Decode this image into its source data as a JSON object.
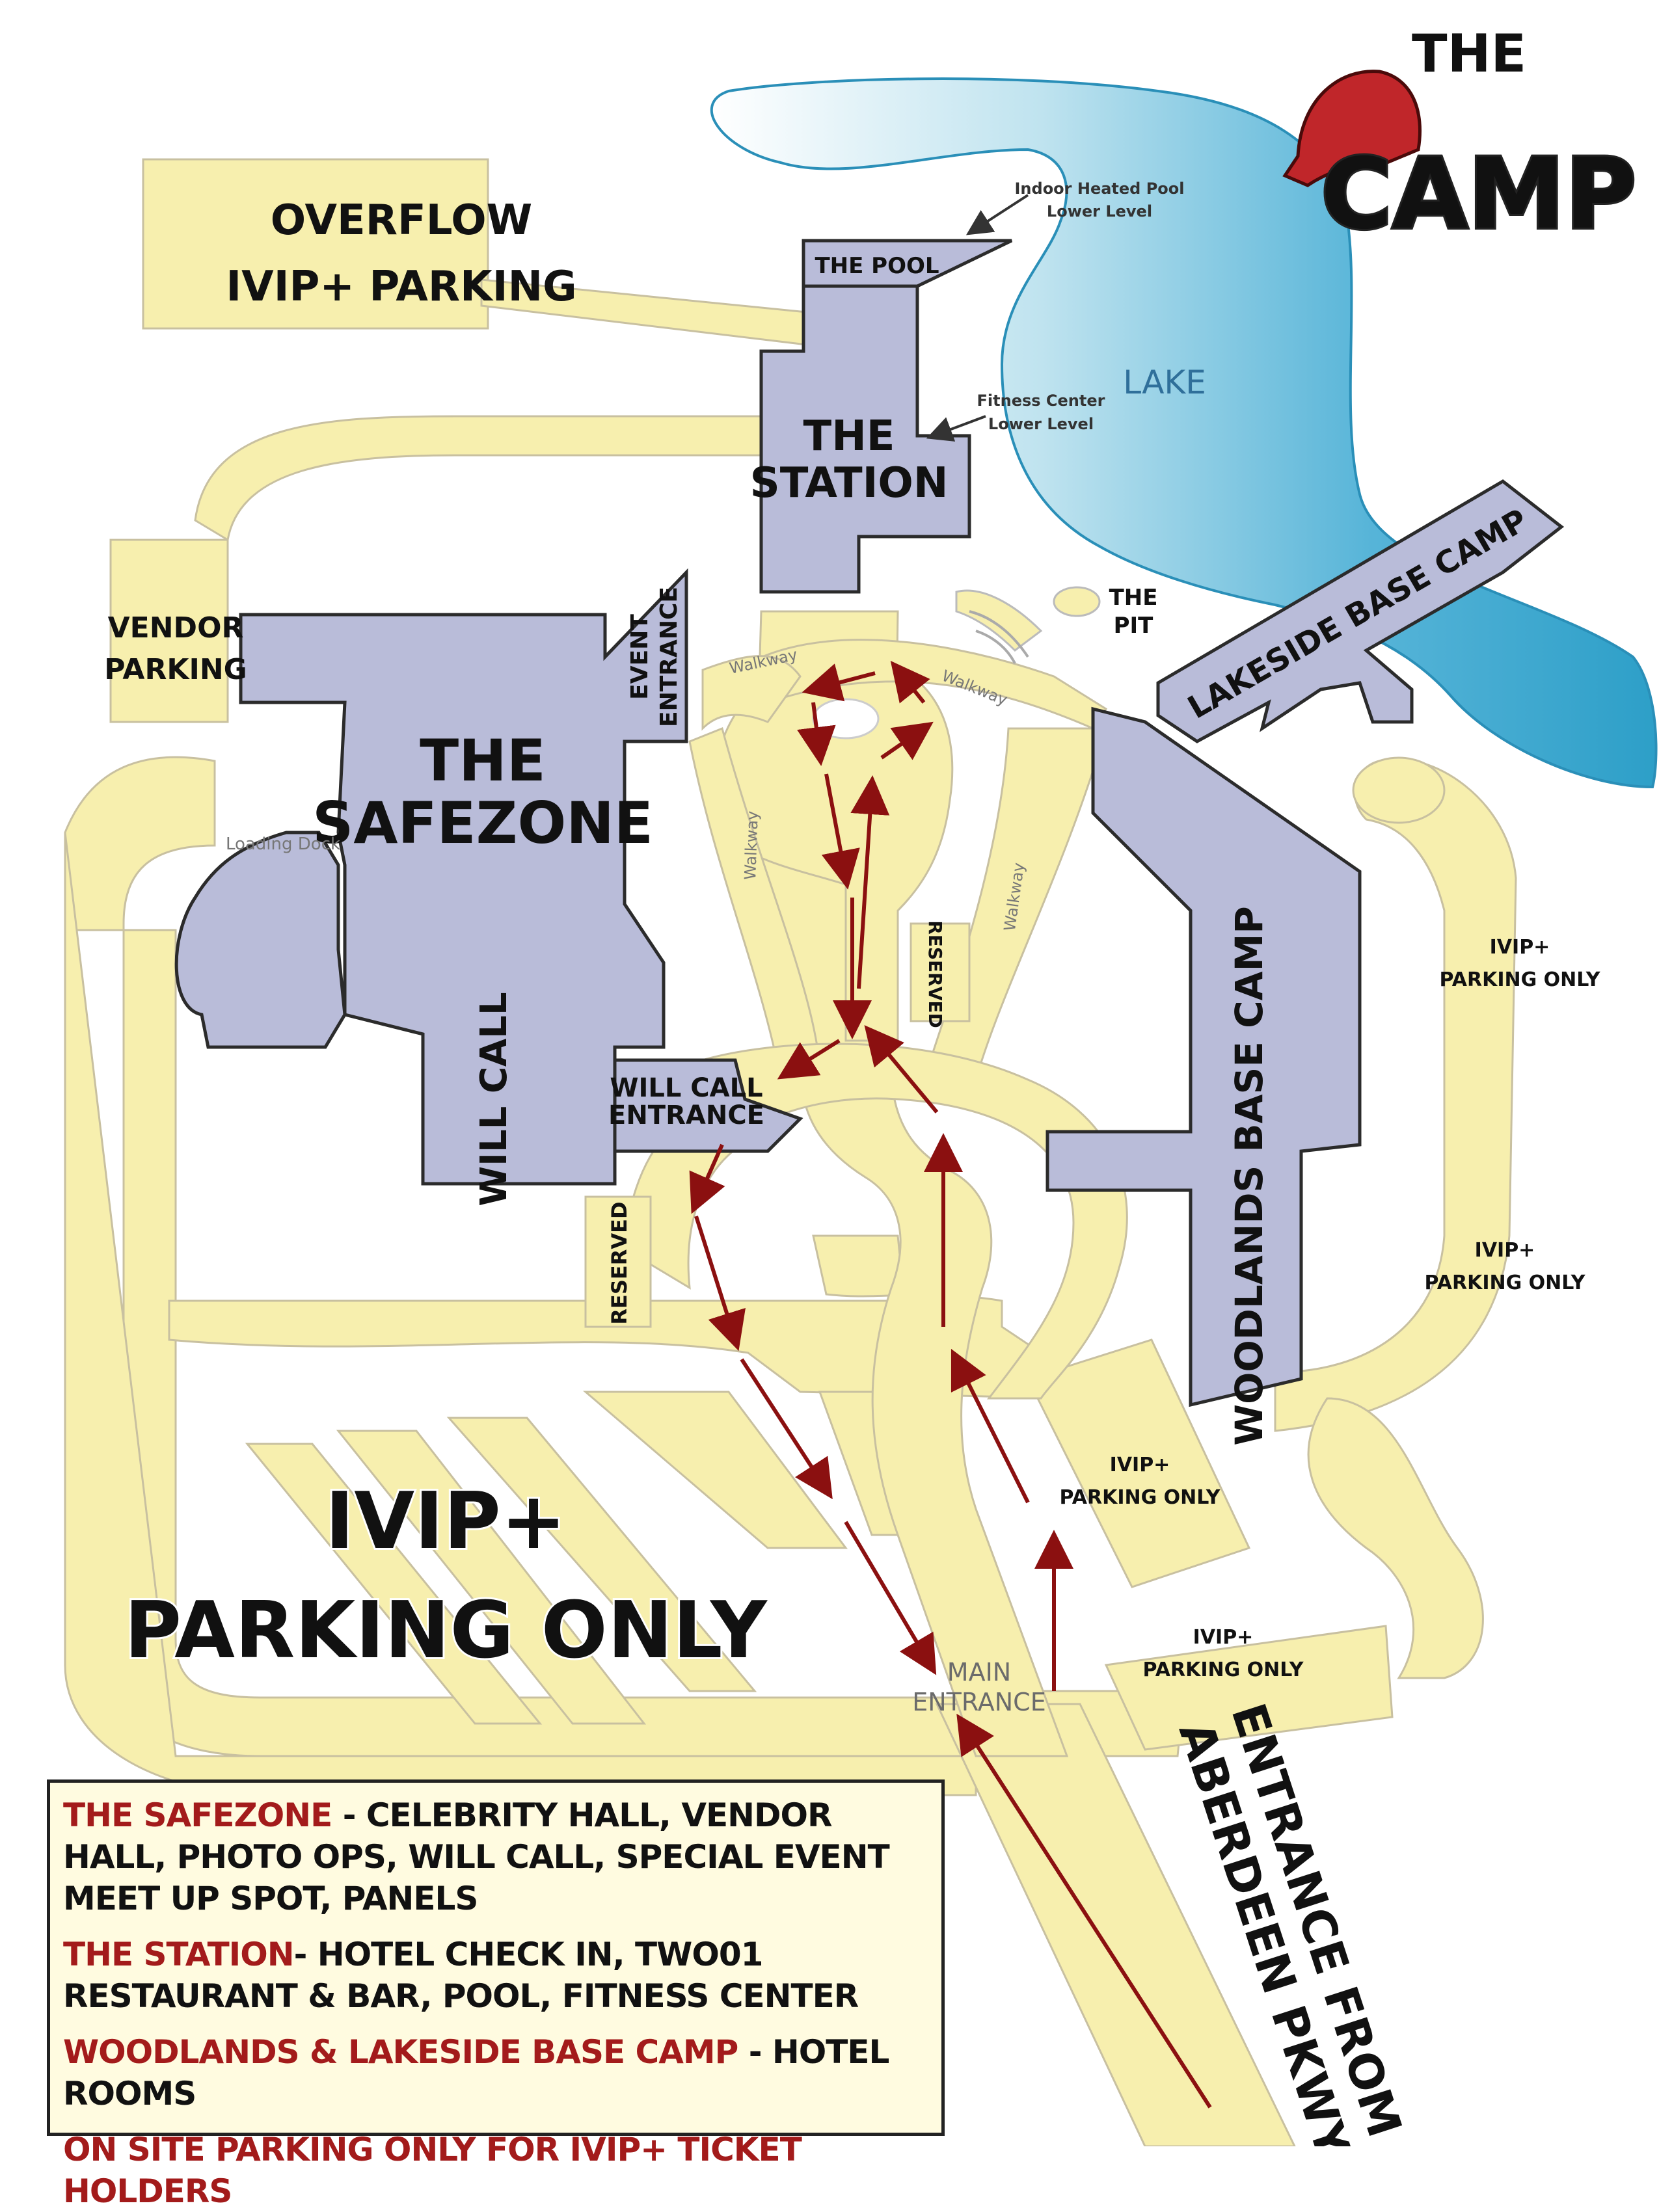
{
  "logo": {
    "line1": "THE",
    "line2": "CAMP"
  },
  "buildings": {
    "pool": "THE POOL",
    "station": [
      "THE",
      "STATION"
    ],
    "safezone": [
      "THE",
      "SAFEZONE"
    ],
    "will_call": "WILL CALL",
    "will_call_entrance": [
      "WILL CALL",
      "ENTRANCE"
    ],
    "event_entrance": [
      "EVENT",
      "ENTRANCE"
    ],
    "lakeside": "LAKESIDE BASE CAMP",
    "woodlands": "WOODLANDS BASE CAMP"
  },
  "labels": {
    "overflow": [
      "OVERFLOW",
      "IVIP+ PARKING"
    ],
    "vendor_parking": [
      "VENDOR",
      "PARKING"
    ],
    "indoor_pool_note": [
      "Indoor Heated Pool",
      "Lower Level"
    ],
    "fitness_note": [
      "Fitness Center",
      "Lower Level"
    ],
    "lake": "LAKE",
    "pit": [
      "THE",
      "PIT"
    ],
    "walkway": "Walkway",
    "loading_dock": "Loading Dock",
    "reserved": "RESERVED",
    "ivip_small": [
      "IVIP+",
      "PARKING ONLY"
    ],
    "ivip_big": [
      "IVIP+",
      "PARKING ONLY"
    ],
    "main_entrance": [
      "MAIN",
      "ENTRANCE"
    ],
    "aberdeen": [
      "ENTRANCE FROM",
      "ABERDEEN PKWY"
    ]
  },
  "legend": {
    "safezone_name": "THE SAFEZONE",
    "safezone_desc": " - CELEBRITY HALL, VENDOR HALL, PHOTO OPS, WILL CALL, SPECIAL EVENT MEET UP SPOT, PANELS",
    "station_name": "THE STATION",
    "station_desc": "- HOTEL CHECK IN, TWO01 RESTAURANT & BAR, POOL, FITNESS CENTER",
    "basecamp_name": "WOODLANDS & LAKESIDE BASE CAMP",
    "basecamp_desc": " - HOTEL ROOMS",
    "parking_note": "ON SITE PARKING ONLY FOR IVIP+ TICKET HOLDERS"
  },
  "colors": {
    "road": "#f7efae",
    "building": "#b9bcd9",
    "lake": "#4fb3d6",
    "route": "#8b1010",
    "legend_red": "#a31b1b"
  }
}
